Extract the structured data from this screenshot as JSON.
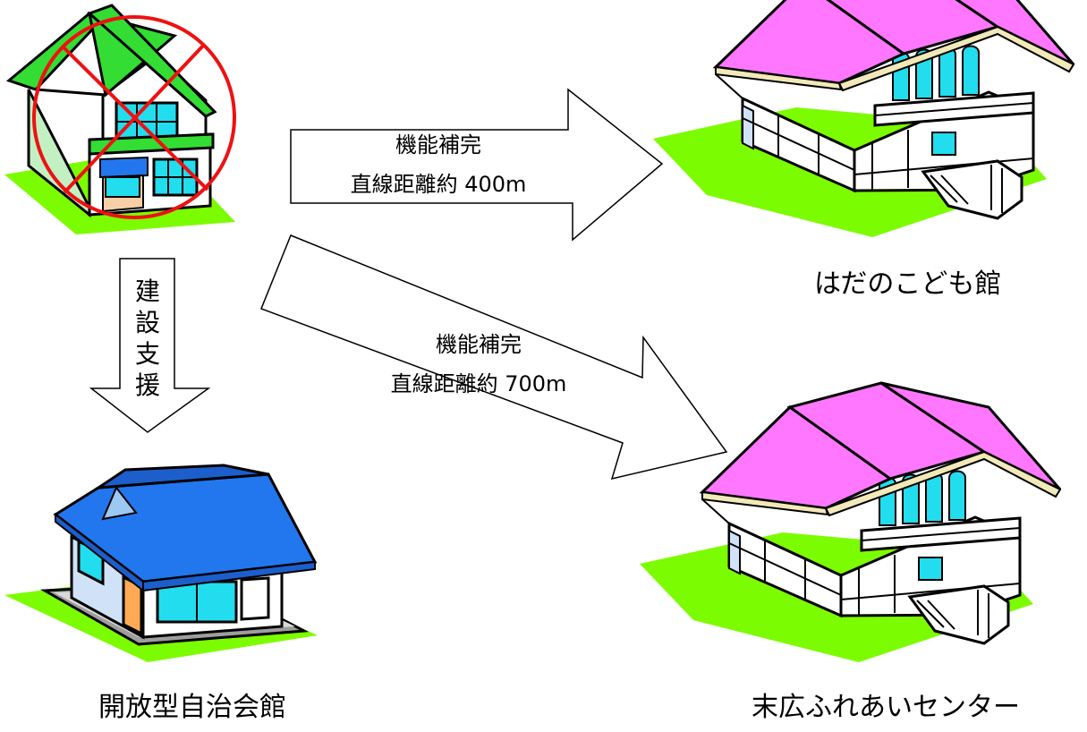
{
  "colors": {
    "lawn": "#7CFC00",
    "old_house_roof": "#33DD33",
    "hall_roof": "#FF77FF",
    "hall_roof_edge": "#F2E9B8",
    "community_hall_roof": "#2277EE",
    "window_glass": "#22DDEE",
    "cross_mark": "#EE1111",
    "outline": "#000000"
  },
  "nodes": {
    "old_house": {
      "label": "",
      "icon": "house-crossed-out-icon"
    },
    "kodomo_kan": {
      "label": "はだのこども館",
      "icon": "public-hall-icon"
    },
    "community_hall": {
      "label": "開放型自治会館",
      "icon": "community-hall-icon"
    },
    "fureai_center": {
      "label": "末広ふれあいセンター",
      "icon": "public-hall-icon"
    }
  },
  "edges": [
    {
      "from": "old_house",
      "to": "kodomo_kan",
      "line1": "機能補完",
      "line2": "直線距離約 400m"
    },
    {
      "from": "old_house",
      "to": "fureai_center",
      "line1": "機能補完",
      "line2": "直線距離約 700m"
    },
    {
      "from": "old_house",
      "to": "community_hall",
      "text": "建設支援"
    }
  ]
}
